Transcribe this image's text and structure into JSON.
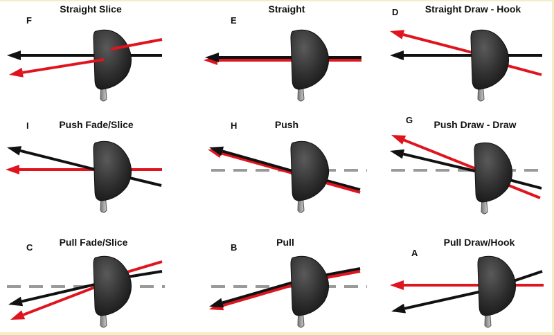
{
  "colors": {
    "club_path": "#111111",
    "ball_flight": "#e0141e",
    "target_line": "#9a9a9a",
    "club_head": "#333333",
    "border": "#f2efc4"
  },
  "panels": [
    {
      "id": "F",
      "letter": "F",
      "title": "Straight Slice"
    },
    {
      "id": "E",
      "letter": "E",
      "title": "Straight"
    },
    {
      "id": "D",
      "letter": "D",
      "title": "Straight Draw - Hook"
    },
    {
      "id": "I",
      "letter": "I",
      "title": "Push Fade/Slice"
    },
    {
      "id": "H",
      "letter": "H",
      "title": "Push"
    },
    {
      "id": "G",
      "letter": "G",
      "title": "Push Draw - Draw"
    },
    {
      "id": "C",
      "letter": "C",
      "title": "Pull Fade/Slice"
    },
    {
      "id": "B",
      "letter": "B",
      "title": "Pull"
    },
    {
      "id": "A",
      "letter": "A",
      "title": "Pull Draw/Hook"
    }
  ]
}
